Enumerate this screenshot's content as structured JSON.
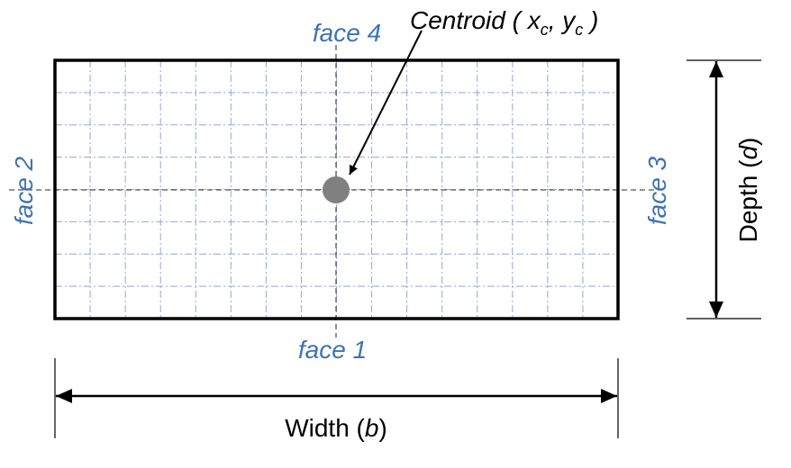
{
  "faces": {
    "bottom": "face 1",
    "left": "face 2",
    "right": "face 3",
    "top": "face 4"
  },
  "centroid": {
    "prefix": "Centroid ( ",
    "x_var": "x",
    "x_sub": "c",
    "separator": ", ",
    "y_var": "y",
    "y_sub": "c",
    "suffix": " )"
  },
  "width_label": {
    "text": "Width (",
    "var": "b",
    "close": ")"
  },
  "depth_label": {
    "text": "Depth (",
    "var": "d",
    "close": ")"
  },
  "colors": {
    "face_text": "#3d73b4",
    "grid_line": "#8fa9d6",
    "centroid_dot": "#808080",
    "outline": "#000000"
  }
}
